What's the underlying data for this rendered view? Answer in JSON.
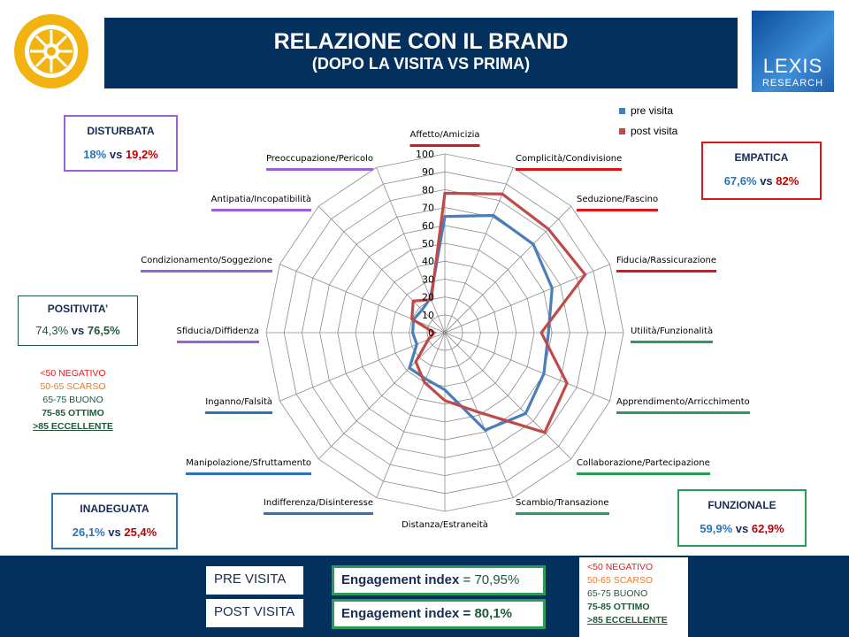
{
  "header": {
    "title": "RELAZIONE CON IL BRAND",
    "subtitle": "(DOPO LA VISITA VS PRIMA)"
  },
  "logos": {
    "left": "ROTARY INTERNATIONAL",
    "right_line1": "LEXIS",
    "right_line2": "RESEARCH"
  },
  "boxes": {
    "disturbata": {
      "label": "DISTURBATA",
      "pre": "18%",
      "vs": "vs",
      "post": "19,2%"
    },
    "empatica": {
      "label": "EMPATICA",
      "pre": "67,6%",
      "vs": "vs",
      "post": "82%"
    },
    "positivita": {
      "label": "POSITIVITA’",
      "pre": "74,3%",
      "vs": "vs",
      "post": "76,5%"
    },
    "inadeguata": {
      "label": "INADEGUATA",
      "pre": "26,1%",
      "vs": "vs",
      "post": "25,4%"
    },
    "funzionale": {
      "label": "FUNZIONALE",
      "pre": "59,9%",
      "vs": "vs",
      "post": "62,9%"
    }
  },
  "scale": [
    "<50 NEGATIVO",
    "50-65 SCARSO",
    "65-75 BUONO",
    "75-85 OTTIMO",
    ">85 ECCELLENTE"
  ],
  "bottom": {
    "pre_label": "PRE VISITA",
    "post_label": "POST VISITA",
    "engagement_label": "Engagement index",
    "eq": "=",
    "pre_value": "70,95%",
    "post_value": "80,1%"
  },
  "colors": {
    "pre": "#4a7ebb",
    "post": "#be4b48",
    "empatica": "#e0131b",
    "funzionale": "#2e9a58",
    "inadeguata": "#2c74b5",
    "disturbata": "#9b5fe0"
  },
  "chart_data": {
    "type": "radar",
    "categories": [
      "Affetto/Amicizia",
      "Complicità/Condivisione",
      "Seduzione/Fascino",
      "Fiducia/Rassicurazione",
      "Utilità/Funzionalità",
      "Apprendimento/Arricchimento",
      "Collaborazione/Partecipazione",
      "Scambio/Transazione",
      "Distanza/Estraneità",
      "Indifferenza/Disinteresse",
      "Manipolazione/Sfruttamento",
      "Inganno/Falsità",
      "Sfiducia/Diffidenza",
      "Condizionamento/Soggezione",
      "Antipatia/Incopatibilità",
      "Preoccupazione/Pericolo"
    ],
    "category_groups": [
      "empatica",
      "empatica",
      "empatica",
      "empatica",
      "funzionale",
      "funzionale",
      "funzionale",
      "funzionale",
      "none",
      "inadeguata",
      "inadeguata",
      "inadeguata",
      "disturbata",
      "disturbata",
      "disturbata",
      "disturbata"
    ],
    "series": [
      {
        "name": "pre visita",
        "values": [
          65,
          71,
          70,
          65,
          58,
          60,
          64,
          59,
          32,
          28,
          28,
          17,
          18,
          19,
          18,
          21
        ]
      },
      {
        "name": "post visita",
        "values": [
          78,
          84,
          82,
          85,
          54,
          74,
          79,
          48,
          38,
          30,
          23,
          10,
          6,
          20,
          25,
          20
        ]
      }
    ],
    "ticks": [
      "0",
      "10",
      "20",
      "30",
      "40",
      "50",
      "60",
      "70",
      "80",
      "90",
      "100"
    ],
    "range": [
      0,
      100
    ],
    "grid": true,
    "legend_position": "top-right"
  }
}
